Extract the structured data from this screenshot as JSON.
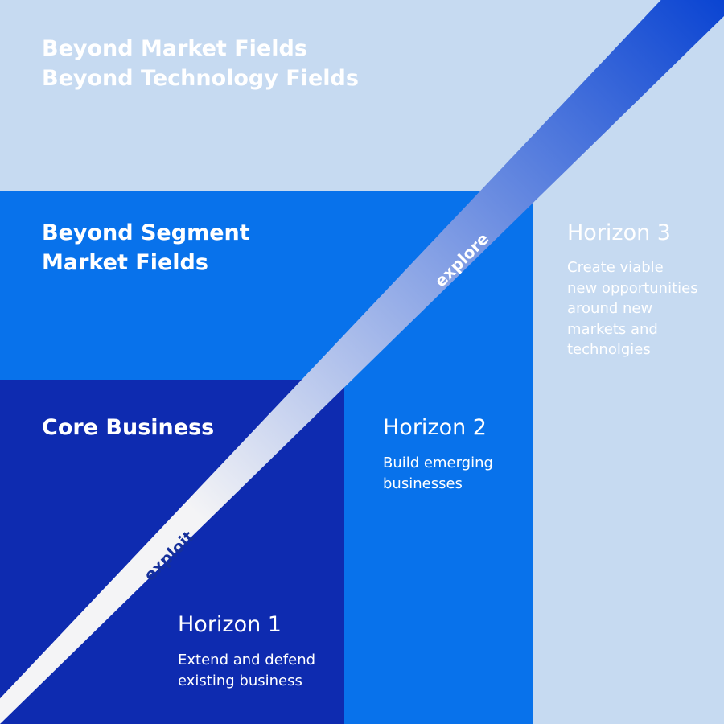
{
  "colors": {
    "outer": "#c6daf1",
    "middle": "#0872eb",
    "inner": "#0e2bb0",
    "band_start": "#f4f4f6",
    "band_end": "#0a44d2",
    "white": "#ffffff",
    "label_dark": "#16309a"
  },
  "rows": {
    "outer": {
      "lines": [
        "Beyond Market Fields",
        "Beyond Technology Fields"
      ]
    },
    "middle": {
      "lines": [
        "Beyond Segment",
        "Market Fields"
      ]
    },
    "core": {
      "lines": [
        "Core Business"
      ]
    }
  },
  "horizons": [
    {
      "title": "Horizon 1",
      "description": [
        "Extend and defend",
        "existing business"
      ]
    },
    {
      "title": "Horizon 2",
      "description": [
        "Build emerging",
        "businesses"
      ]
    },
    {
      "title": "Horizon 3",
      "description": [
        "Create viable",
        "new opportunities",
        "around new",
        "markets and",
        "technolgies"
      ]
    }
  ],
  "band": {
    "start_label": "exploit",
    "end_label": "explore"
  }
}
